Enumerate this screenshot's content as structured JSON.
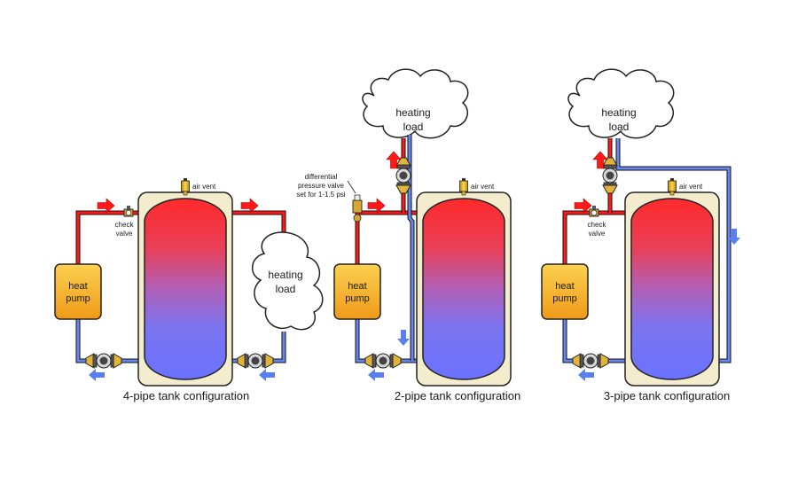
{
  "colors": {
    "supply": "#ff1a1a",
    "return": "#6688ee",
    "tank_casing": "#f3eccd",
    "heat_pump": "#f5b52a",
    "pipe_outline": "#1a1a1a"
  },
  "icons": [
    "pump-valve-icon",
    "air-vent-icon",
    "check-valve-icon",
    "differential-valve-icon",
    "flow-arrow-icon",
    "cloud-icon"
  ],
  "panels": [
    {
      "caption": "4-pipe tank configuration",
      "heat_pump": [
        "heat",
        "pump"
      ],
      "air_vent": "air vent",
      "check_valve": [
        "check",
        "valve"
      ],
      "load": [
        "heating",
        "load"
      ]
    },
    {
      "caption": "2-pipe tank configuration",
      "heat_pump": [
        "heat",
        "pump"
      ],
      "air_vent": "air vent",
      "diff_valve": [
        "differential",
        "pressure valve",
        "set for 1-1.5 psi"
      ],
      "load": [
        "heating",
        "load"
      ]
    },
    {
      "caption": "3-pipe tank configuration",
      "heat_pump": [
        "heat",
        "pump"
      ],
      "air_vent": "air vent",
      "check_valve": [
        "check",
        "valve"
      ],
      "load": [
        "heating",
        "load"
      ]
    }
  ]
}
